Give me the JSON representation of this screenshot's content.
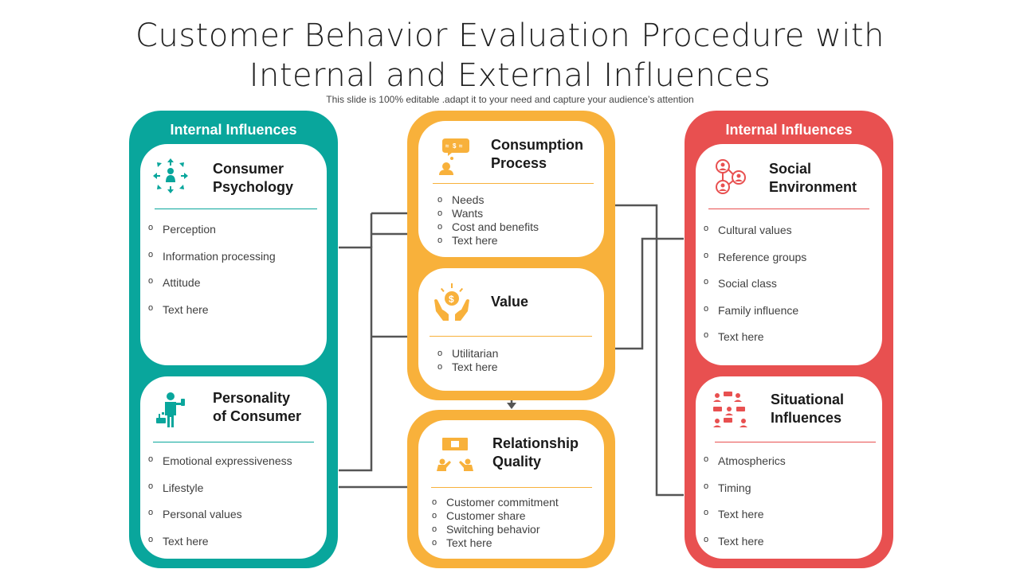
{
  "title": {
    "line1": "Customer Behavior Evaluation Procedure with",
    "line2": "Internal and External Influences"
  },
  "subtitle": "This slide is 100% editable .adapt it to your need and capture your audience’s attention",
  "colors": {
    "teal": "#09a69c",
    "orange": "#f8b13b",
    "red": "#e85050",
    "connector": "#555555"
  },
  "left_column": {
    "heading": "Internal Influences",
    "cards": [
      {
        "title_line1": "Consumer",
        "title_line2": "Psychology",
        "icon": "focus-person-icon",
        "items": [
          "Perception",
          "Information processing",
          "Attitude",
          "Text here"
        ]
      },
      {
        "title_line1": "Personality",
        "title_line2": "of Consumer",
        "icon": "shopper-icon",
        "items": [
          "Emotional expressiveness",
          "Lifestyle",
          "Personal values",
          "Text here"
        ]
      }
    ]
  },
  "center_column": {
    "cards": [
      {
        "title_line1": "Consumption",
        "title_line2": "Process",
        "icon": "money-thought-icon",
        "items": [
          "Needs",
          "Wants",
          "Cost and benefits",
          "Text here"
        ]
      },
      {
        "title_line1": "Value",
        "icon": "money-hands-icon",
        "items": [
          "Utilitarian",
          "Text here"
        ]
      },
      {
        "title_line1": "Relationship",
        "title_line2": "Quality",
        "icon": "handshake-board-icon",
        "items": [
          "Customer commitment",
          "Customer share",
          "Switching behavior",
          "Text here"
        ]
      }
    ]
  },
  "right_column": {
    "heading": "Internal Influences",
    "cards": [
      {
        "title_line1": "Social",
        "title_line2": "Environment",
        "icon": "social-network-icon",
        "items": [
          "Cultural values",
          "Reference groups",
          "Social class",
          "Family influence",
          "Text here"
        ]
      },
      {
        "title_line1": "Situational",
        "title_line2": "Influences",
        "icon": "group-chat-icon",
        "items": [
          "Atmospherics",
          "Timing",
          "Text here",
          "Text here"
        ]
      }
    ]
  }
}
